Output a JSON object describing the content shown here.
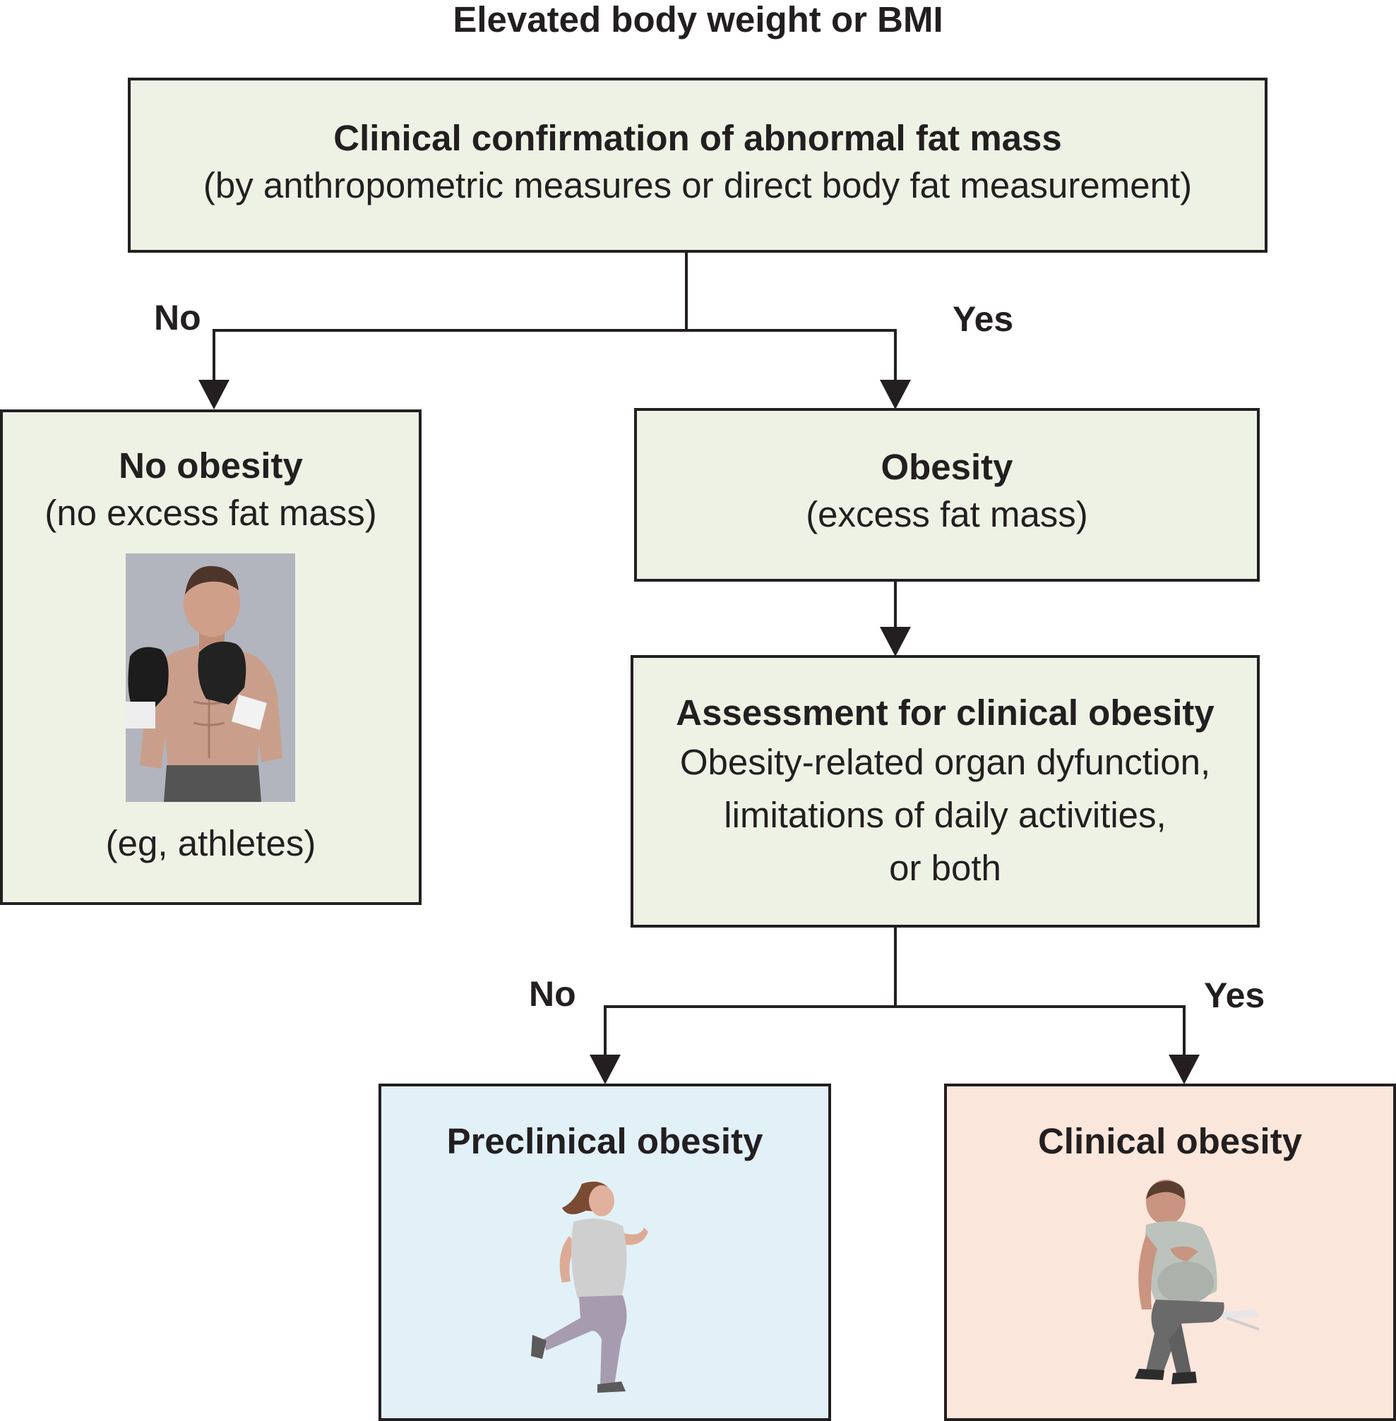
{
  "top_title": "Elevated body weight or BMI",
  "confirmation": {
    "title": "Clinical confirmation of abnormal fat mass",
    "subtitle": "(by anthropometric measures or direct body fat measurement)"
  },
  "branch1": {
    "no_label": "No",
    "yes_label": "Yes"
  },
  "no_obesity": {
    "title": "No obesity",
    "subtitle": "(no excess fat mass)",
    "example": "(eg, athletes)",
    "figure": "boxer-illustration"
  },
  "obesity": {
    "title": "Obesity",
    "subtitle": "(excess fat mass)"
  },
  "assessment": {
    "title": "Assessment for clinical obesity",
    "line1": "Obesity-related organ dyfunction,",
    "line2": "limitations of daily activities,",
    "line3": "or both"
  },
  "branch2": {
    "no_label": "No",
    "yes_label": "Yes"
  },
  "preclinical": {
    "title": "Preclinical obesity",
    "figure": "running-woman-illustration"
  },
  "clinical": {
    "title": "Clinical obesity",
    "figure": "seated-man-illustration"
  },
  "colors": {
    "green_box": "#edf2e5",
    "blue_box": "#e2f0f7",
    "pink_box": "#fbe6dc",
    "stroke": "#231f20"
  }
}
